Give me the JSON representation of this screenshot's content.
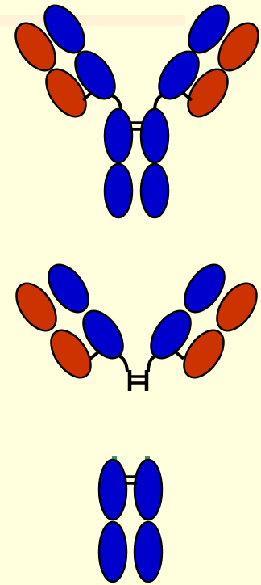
{
  "diagram": {
    "colors": {
      "background": "#ffffdd",
      "heavy_chain": "#0000cc",
      "light_chain": "#cc3300",
      "outline": "#000000",
      "hinge_stub": "#339966"
    },
    "figures": [
      {
        "id": "intact-antibody",
        "label": ""
      },
      {
        "id": "fab-fragment",
        "label": ""
      },
      {
        "id": "fc-fragment",
        "label": ""
      }
    ]
  }
}
